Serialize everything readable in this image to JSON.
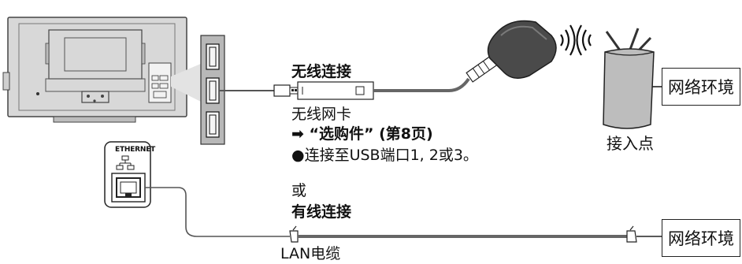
{
  "labels": {
    "wireless_connection": "无线连接",
    "wireless_adapter": "无线网卡",
    "optional_accessories_ref": "➡ “选购件” (第8页)",
    "usb_note": "●连接至USB端口1, 2或3。",
    "or": "或",
    "wired_connection": "有线连接",
    "lan_cable": "LAN电缆",
    "access_point": "接入点",
    "network_environment_top": "网络环境",
    "network_environment_bottom": "网络环境",
    "ethernet": "ETHERNET"
  },
  "icons": [
    "tv-back-panel",
    "usb-port",
    "wifi-waves-icon",
    "router-antenna-icon",
    "ethernet-network-icon",
    "lan-port-icon",
    "cable-connector-icon"
  ],
  "colors": {
    "tv_panel": "#d9d9d9",
    "usb_strip": "#b8b8b8",
    "adapter_body": "#4a4a4a",
    "cable": "#555555"
  }
}
